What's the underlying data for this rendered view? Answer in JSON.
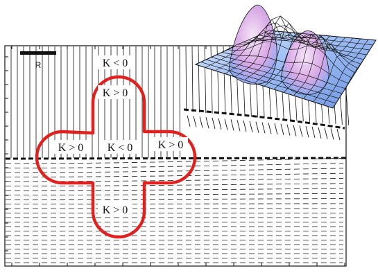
{
  "labels": {
    "scale_bar": "R",
    "region_top": "K < 0",
    "lobe_top": "K > 0",
    "center": "K < 0",
    "lobe_left": "K > 0",
    "lobe_right": "K > 0",
    "lobe_bottom": "K > 0"
  },
  "colors": {
    "contour": "#e0211e",
    "line": "#111111",
    "surface_light": "#dce9ff",
    "surface_mid": "#8fb3f0",
    "surface_peak": "#e8b8e8"
  }
}
